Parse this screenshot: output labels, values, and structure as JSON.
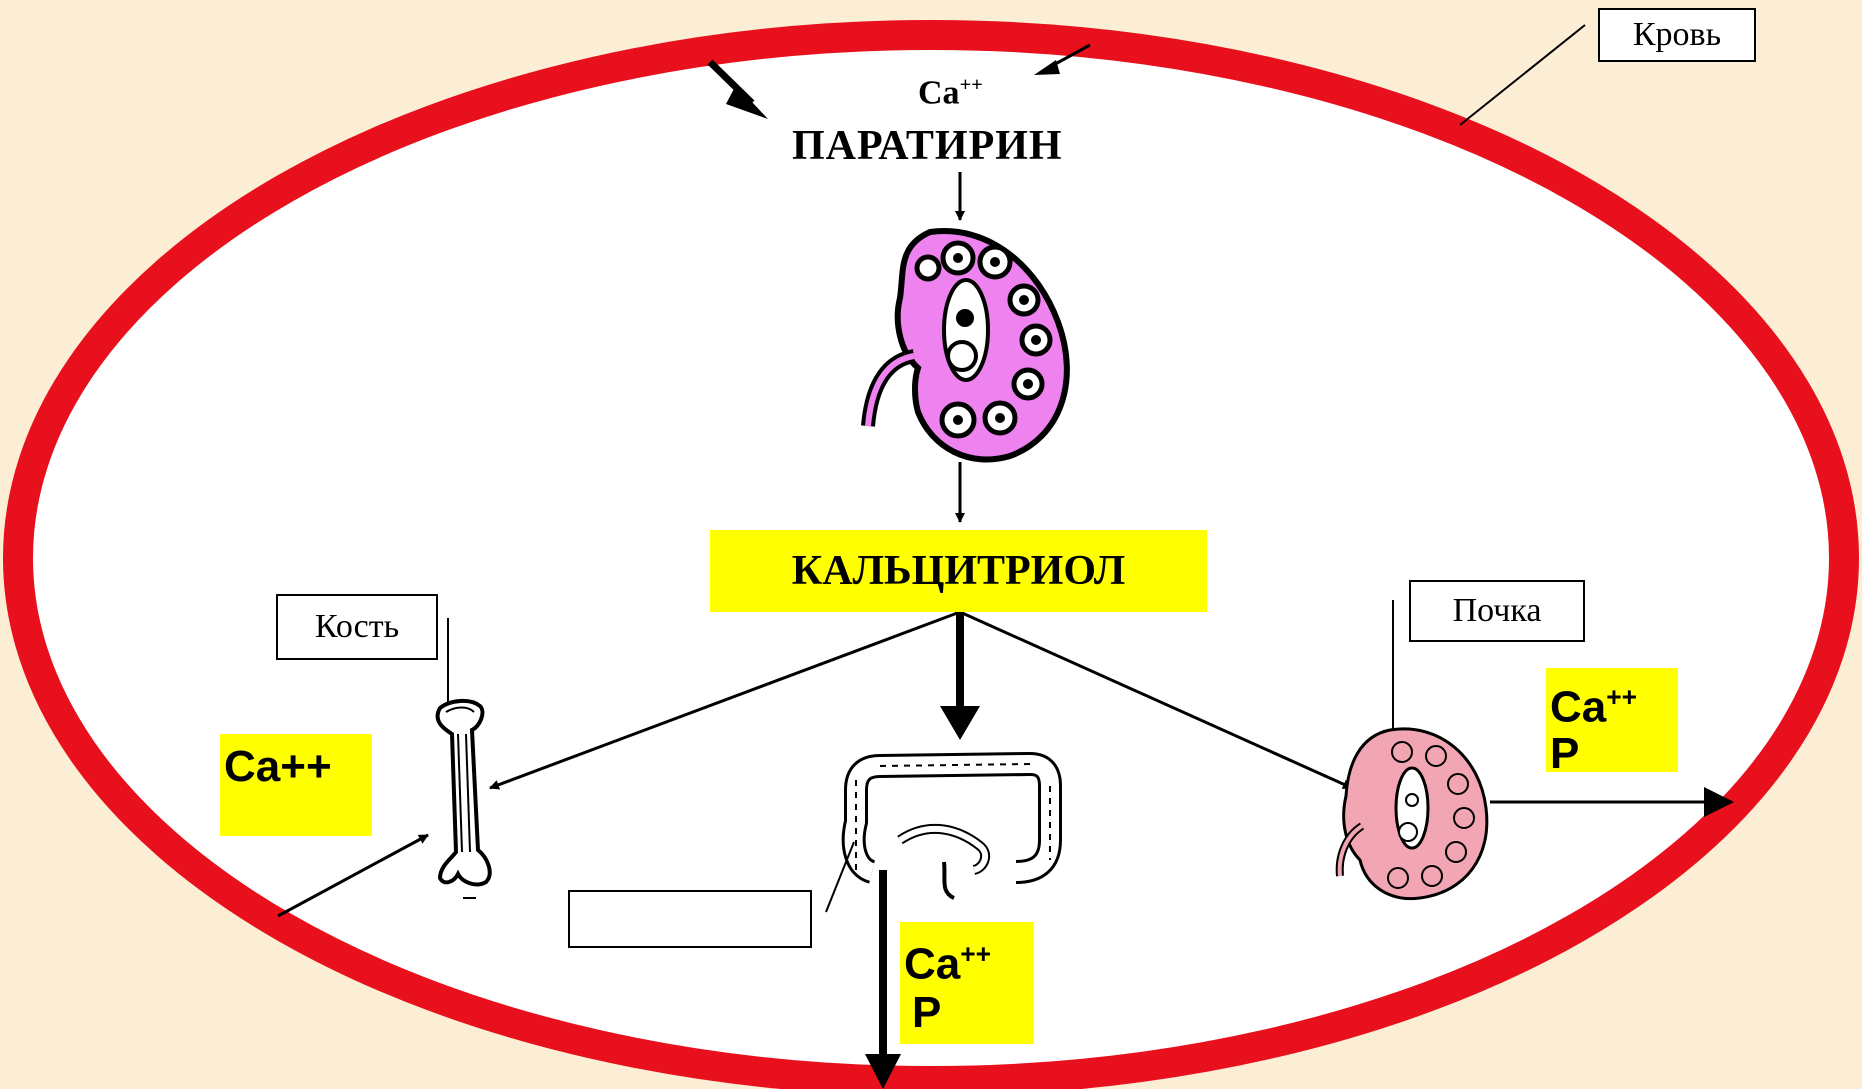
{
  "labels": {
    "blood": "Кровь",
    "bone": "Кость",
    "kidney": "Почка",
    "parathyrin": "ПАРАТИРИН",
    "calcitriol": "КАЛЬЦИТРИОЛ",
    "ca_top_base": "Ca",
    "ca_top_sup": "++"
  },
  "ion_boxes": {
    "bone_ca": "Ca++",
    "intestine_ca_base": "Ca",
    "intestine_ca_sup": "++",
    "intestine_p": "P",
    "kidney_ca_base": "Ca",
    "kidney_ca_sup": "++",
    "kidney_p": "P"
  },
  "colors": {
    "background": "#fbeed5",
    "blood_ring": "#e8101c",
    "highlight": "#ffff00",
    "kidney_main": "#ee82ee",
    "kidney_small": "#f2a6b4"
  }
}
